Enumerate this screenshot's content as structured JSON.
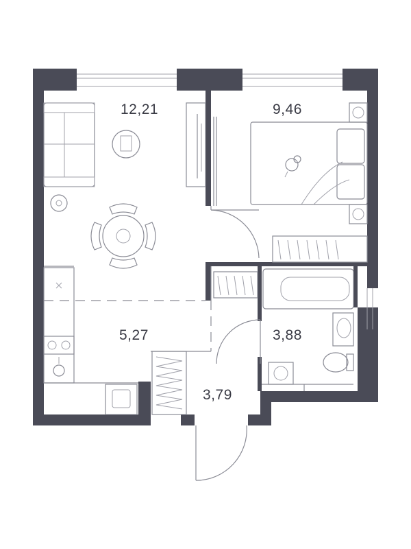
{
  "rooms": [
    {
      "id": "living",
      "area": "12,21"
    },
    {
      "id": "bedroom",
      "area": "9,46"
    },
    {
      "id": "kitchen",
      "area": "5,27"
    },
    {
      "id": "bathroom",
      "area": "3,88"
    },
    {
      "id": "hall",
      "area": "3,79"
    }
  ],
  "colors": {
    "wall": "#4a4b57",
    "line": "#8a8b95",
    "background": "#ffffff"
  },
  "icons": [
    "sofa-icon",
    "bed-icon",
    "dining-table-icon",
    "stove-icon",
    "sink-icon",
    "bathtub-icon",
    "toilet-icon",
    "washbasin-icon",
    "washing-machine-icon",
    "wardrobe-icon",
    "robot-vacuum-icon",
    "tv-icon",
    "floor-lamp-icon",
    "bedside-lamp-icon",
    "teddy-bear-icon"
  ]
}
